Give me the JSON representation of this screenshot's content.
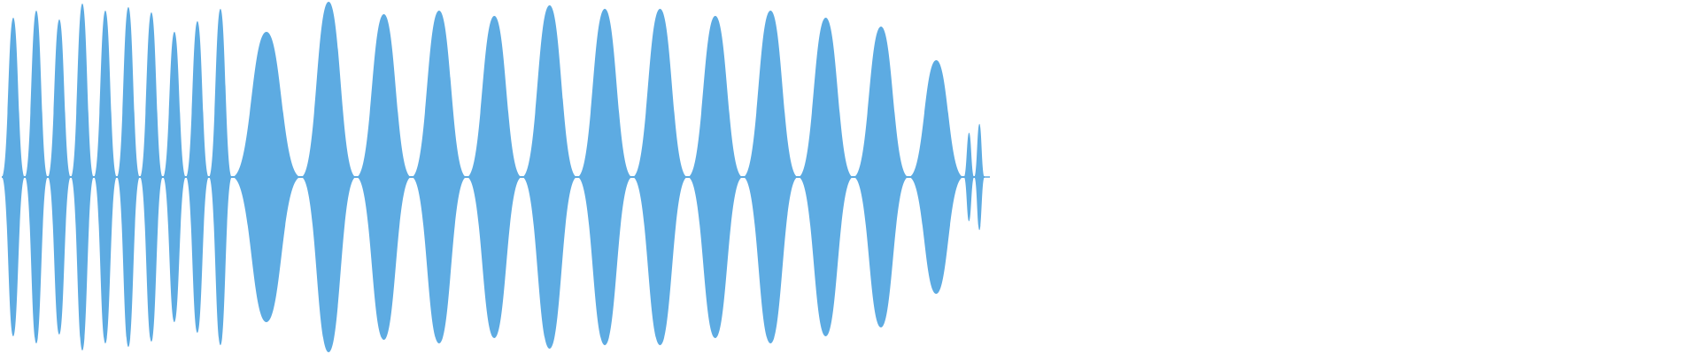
{
  "waveform": {
    "fill_color": "#5DABE2",
    "background_color": "#FFFFFF",
    "lobes_near_zero_regions_note_removed": null,
    "lobes": [
      {
        "a": 0.9,
        "b": 0.0,
        "w": 1
      },
      {
        "a": 0.94,
        "b": 0.0,
        "w": 1
      },
      {
        "a": 0.89,
        "b": 0.0,
        "w": 1
      },
      {
        "a": 0.98,
        "b": 0.0,
        "w": 1
      },
      {
        "a": 0.94,
        "b": 0.0,
        "w": 1
      },
      {
        "a": 0.96,
        "b": 0.0,
        "w": 1
      },
      {
        "a": 0.93,
        "b": 0.0,
        "w": 1
      },
      {
        "a": 0.82,
        "b": 0.0,
        "w": 1
      },
      {
        "a": 0.88,
        "b": 0.0,
        "w": 1
      },
      {
        "a": 0.95,
        "b": 0.0,
        "w": 1
      },
      {
        "a": 0.82,
        "b": 0.0,
        "w": 3
      },
      {
        "a": 0.99,
        "b": 0.0,
        "w": 2.4
      },
      {
        "a": 0.92,
        "b": 0.0,
        "w": 2.4
      },
      {
        "a": 0.94,
        "b": 0.0,
        "w": 2.4
      },
      {
        "a": 0.91,
        "b": 0.0,
        "w": 2.4
      },
      {
        "a": 0.97,
        "b": 0.0,
        "w": 2.4
      },
      {
        "a": 0.95,
        "b": 0.0,
        "w": 2.4
      },
      {
        "a": 0.95,
        "b": 0.0,
        "w": 2.4
      },
      {
        "a": 0.91,
        "b": 0.0,
        "w": 2.4
      },
      {
        "a": 0.94,
        "b": 0.0,
        "w": 2.4
      },
      {
        "a": 0.9,
        "b": 0.0,
        "w": 2.4
      },
      {
        "a": 0.85,
        "b": 0.0,
        "w": 2.4
      },
      {
        "a": 0.66,
        "b": 0.0,
        "w": 2.4
      },
      {
        "a": 0.25,
        "b": 0.0,
        "w": 0.45
      },
      {
        "a": 0.3,
        "b": 0.0,
        "w": 0.45
      }
    ]
  }
}
